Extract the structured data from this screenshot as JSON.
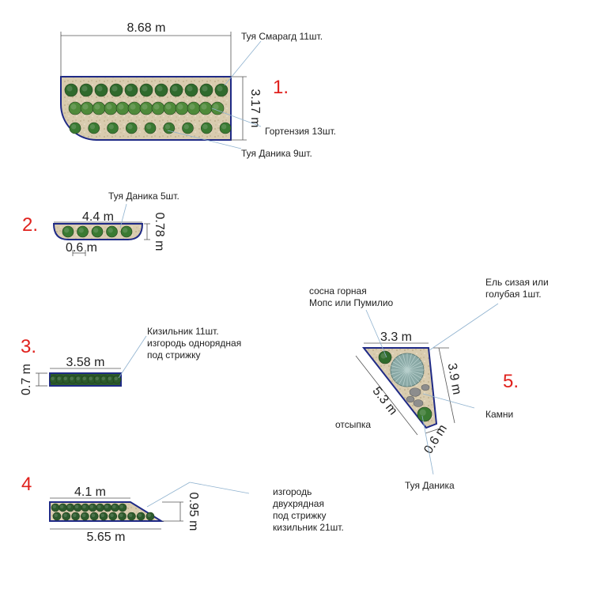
{
  "colors": {
    "bed_fill": "#d9ccaf",
    "bed_outline": "#1f2a86",
    "number": "#e0211d",
    "thuja_smaragd": "#2f6a2c",
    "hydrangea": "#4f8a3a",
    "thuja_danica": "#3a7a32",
    "cotoneaster": "#2c5a2c",
    "spruce": "#8aa9a6",
    "stones": "#8d8d8d"
  },
  "bed1": {
    "number": "1.",
    "width": "8.68 m",
    "height": "3.17 m",
    "label_smaragd": "Туя Смарагд 11шт.",
    "label_hydrangea": "Гортензия 13шт.",
    "label_danica": "Туя Даника 9шт."
  },
  "bed2": {
    "number": "2.",
    "width": "4.4 m",
    "height": "0.78 m",
    "spacing": "0.6 m",
    "label_danica": "Туя Даника 5шт."
  },
  "bed3": {
    "number": "3.",
    "width": "3.58 m",
    "height": "0.7 m",
    "label_line1": "Кизильник 11шт.",
    "label_line2": "изгородь однорядная",
    "label_line3": "под стрижку"
  },
  "bed4": {
    "number": "4",
    "top_width": "4.1 m",
    "bottom_width": "5.65 m",
    "height": "0.95 m",
    "label_line1": "изгородь",
    "label_line2": "двухрядная",
    "label_line3": "под стрижку",
    "label_line4": "кизильник 21шт."
  },
  "bed5": {
    "number": "5.",
    "top_width": "3.3 m",
    "right_side": "3.9 m",
    "left_side": "5.3 m",
    "bottom_width": "0.6 m",
    "label_pine_line1": "сосна горная",
    "label_pine_line2": "Мопс или Пумилио",
    "label_spruce_line1": "Ель сизая или",
    "label_spruce_line2": "голубая 1шт.",
    "label_stones": "Камни",
    "label_gravel": "отсыпка",
    "label_danica": "Туя Даника"
  }
}
